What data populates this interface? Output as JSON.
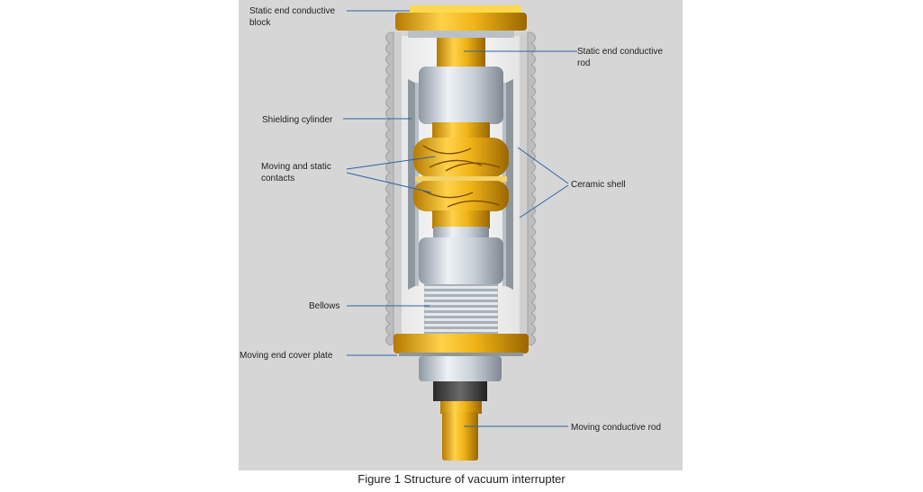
{
  "labels": {
    "static_end_block": "Static end conductive\nblock",
    "static_end_rod": "Static end conductive\nrod",
    "shielding_cylinder": "Shielding cylinder",
    "contacts": "Moving and static\ncontacts",
    "ceramic_shell": "Ceramic shell",
    "bellows": "Bellows",
    "moving_end_cover": "Moving end cover plate",
    "moving_rod": "Moving conductive rod"
  },
  "caption": "Figure 1 Structure of vacuum interrupter",
  "colors": {
    "background": "#d6d6d6",
    "gold": "#e0a20a",
    "silver": "#c6ced6",
    "leader": "#2a64a8",
    "ceramic": "#d9d9d9"
  }
}
